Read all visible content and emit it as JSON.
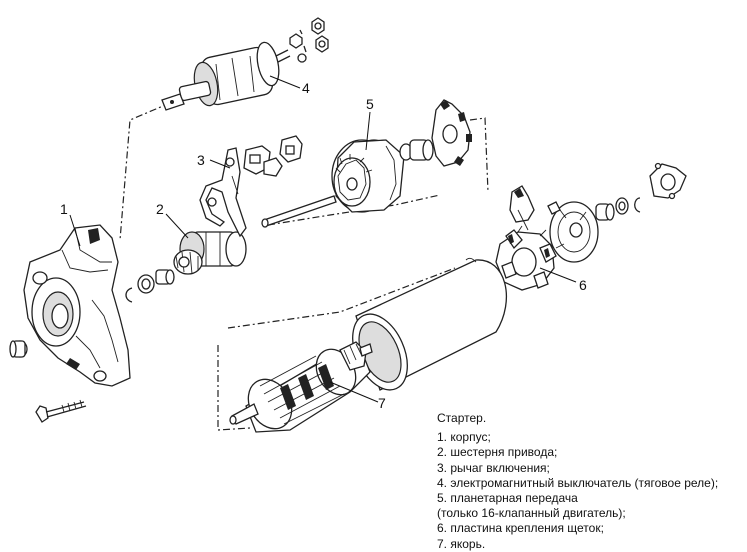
{
  "caption": {
    "title": "Стартер.",
    "lines": [
      "1. корпус;",
      "2. шестерня привода;",
      "3. рычаг включения;",
      "4. электромагнитный выключатель (тяговое реле);",
      "5. планетарная передача",
      "(только 16-клапанный двигатель);",
      "6. пластина крепления щеток;",
      "7. якорь."
    ]
  },
  "callouts": {
    "n1": "1",
    "n2": "2",
    "n3": "3",
    "n4": "4",
    "n5": "5",
    "n6": "6",
    "n7": "7"
  }
}
